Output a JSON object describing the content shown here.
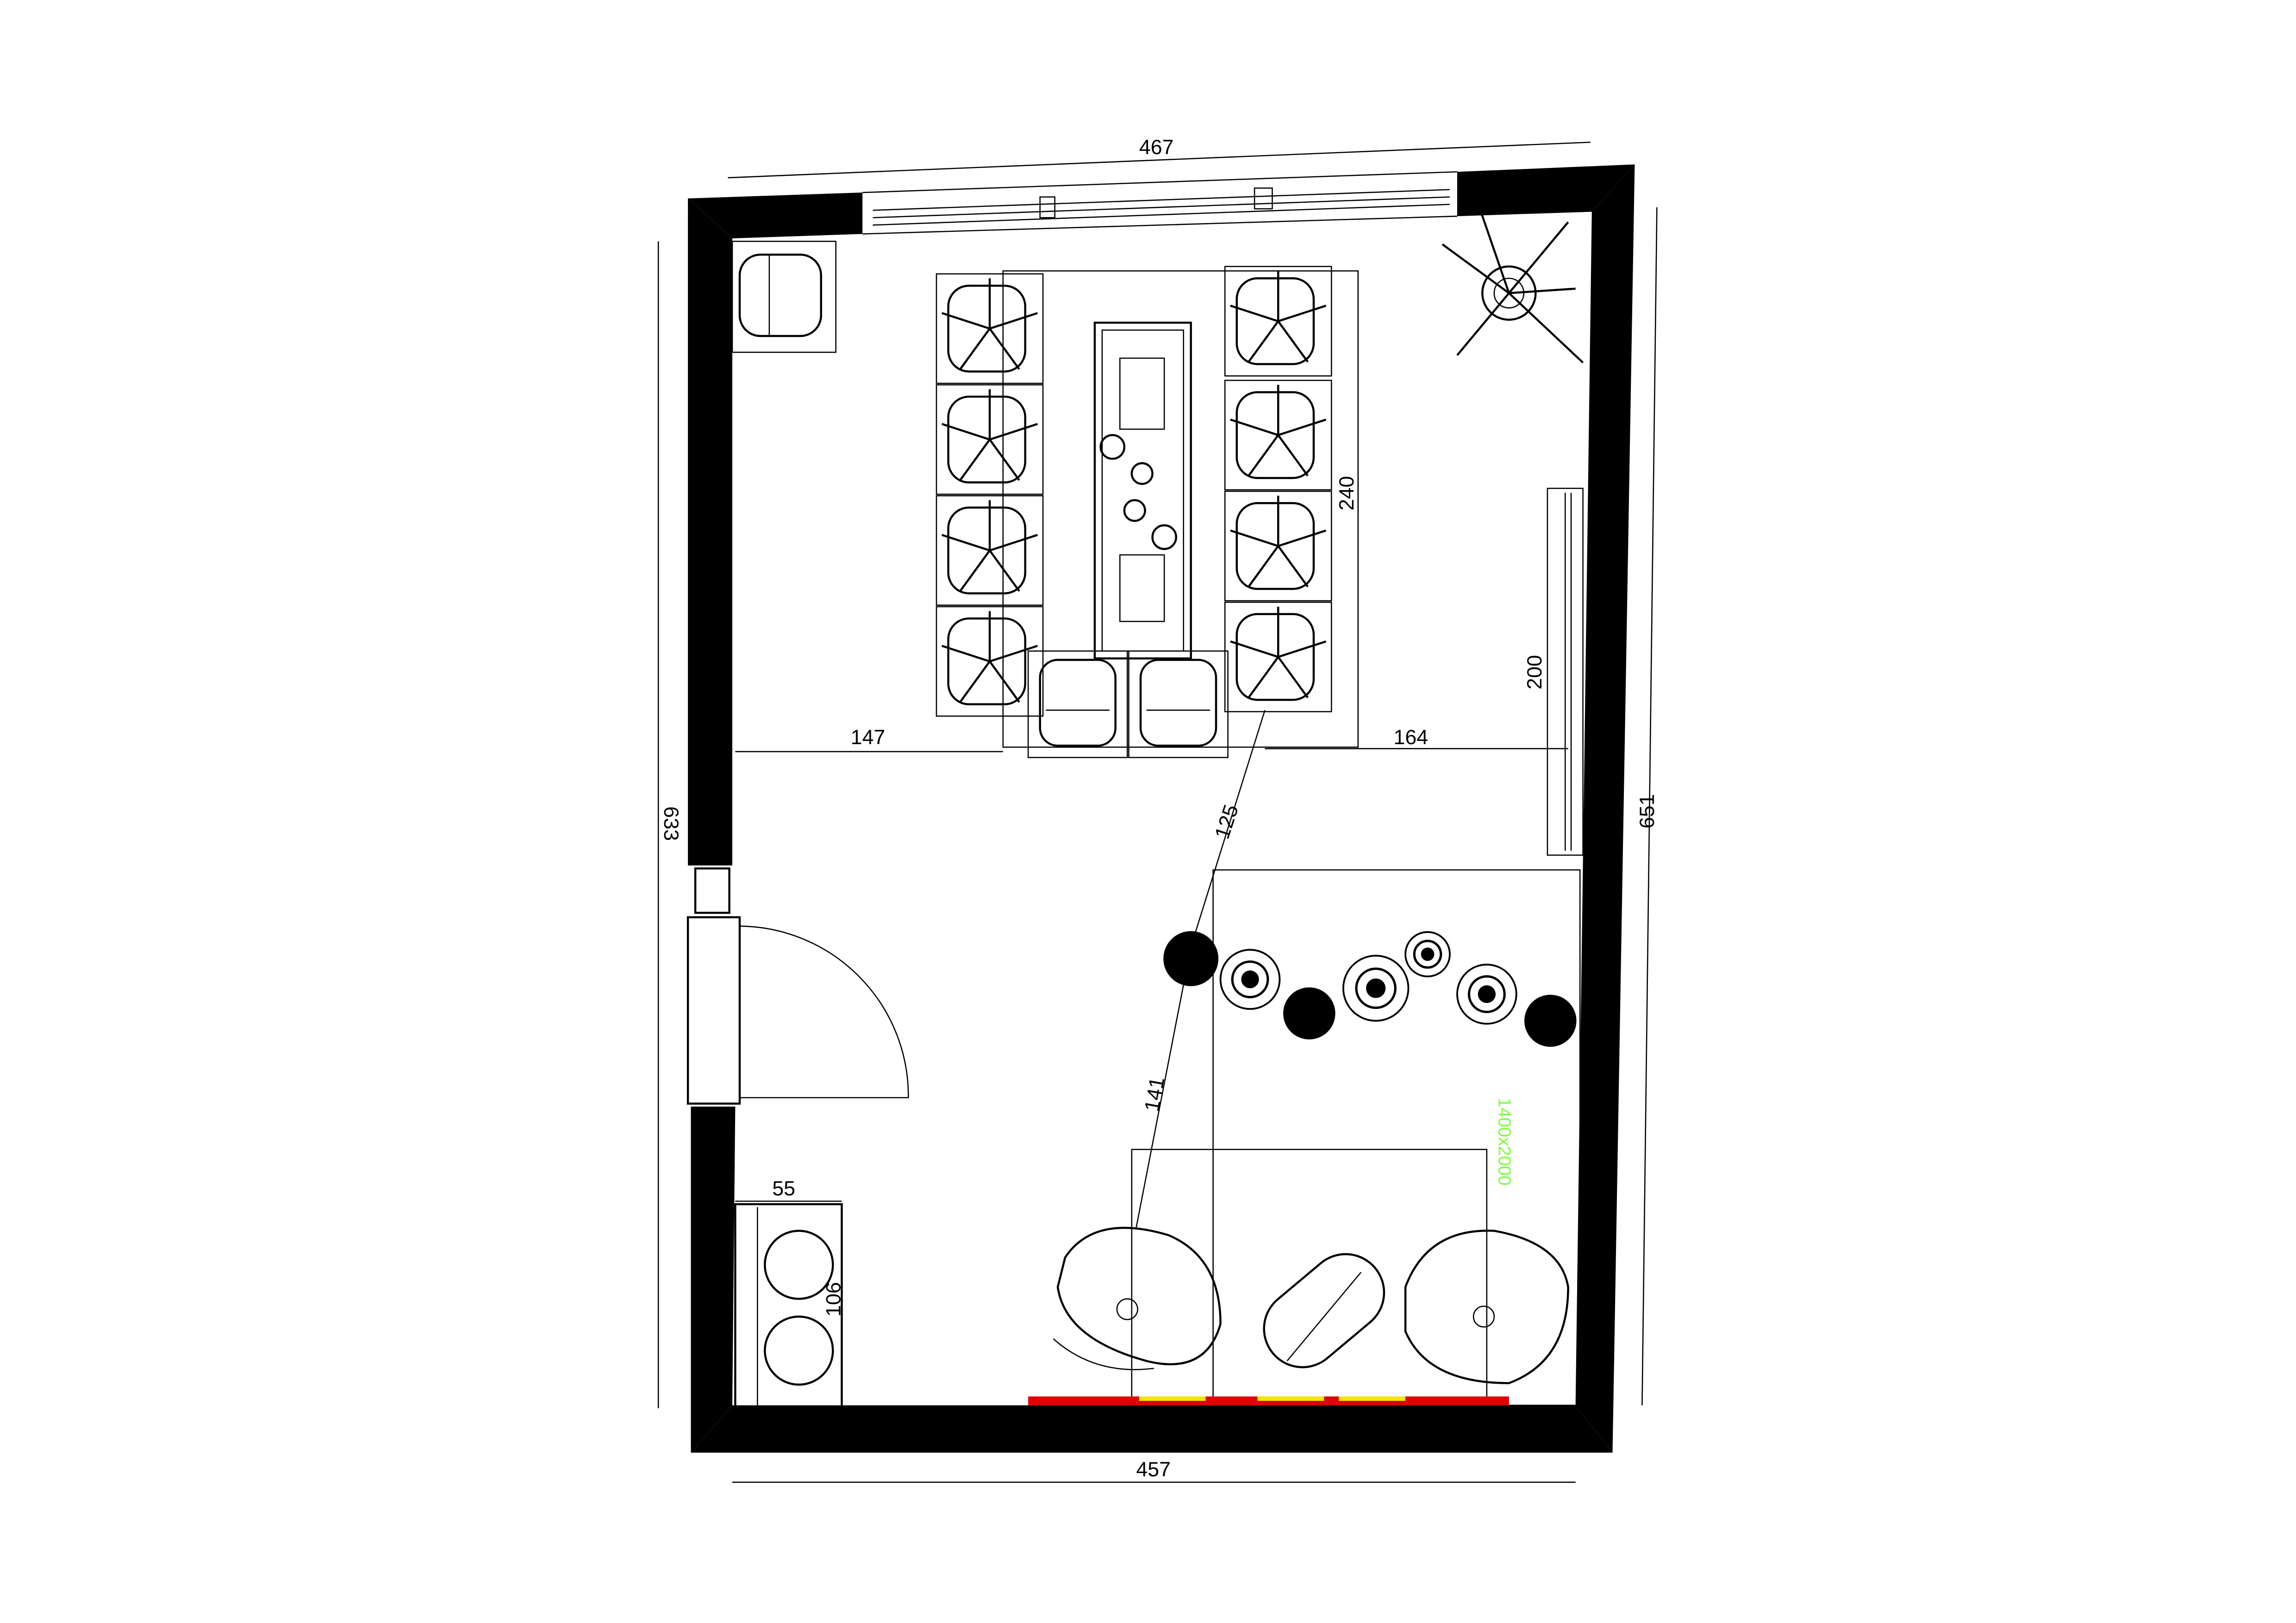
{
  "plan": {
    "dimensions": {
      "top_width": "467",
      "bottom_width": "457",
      "left_height": "633",
      "right_height": "651",
      "left_clearance": "147",
      "right_clearance": "164",
      "table_length": "240",
      "radiator_length": "200",
      "diagonal_upper": "125",
      "diagonal_lower": "141",
      "cabinet_width": "55",
      "cabinet_length": "106"
    },
    "rug_label": "1400x2000",
    "colors": {
      "wall": "#000000",
      "rug_label": "#7CFC3A",
      "floor_strip": "#E00000",
      "strip_accent": "#F2E600"
    }
  }
}
